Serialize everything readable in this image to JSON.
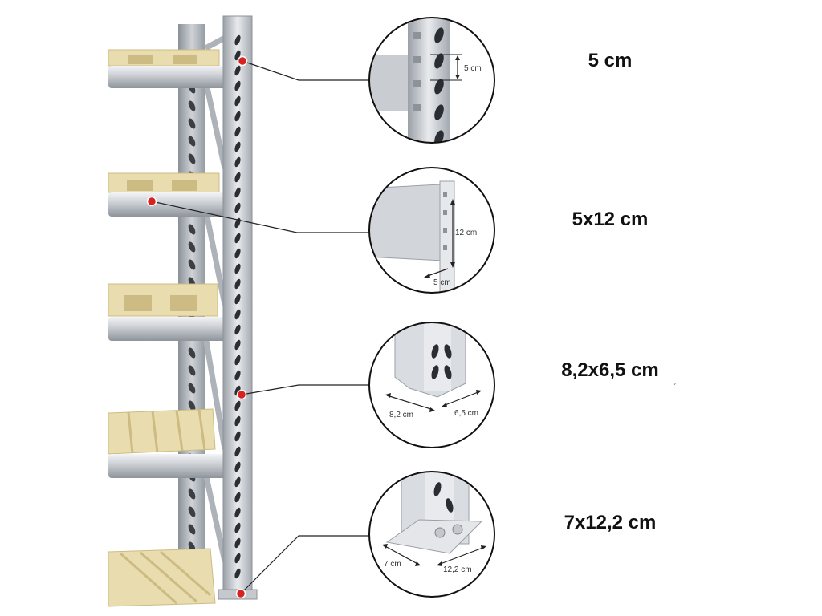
{
  "callouts": [
    {
      "label": "5 cm",
      "inset": {
        "dims": [
          "5 cm"
        ]
      }
    },
    {
      "label": "5x12 cm",
      "inset": {
        "dims": [
          "12 cm",
          "5 cm"
        ]
      }
    },
    {
      "label": "8,2x6,5 cm",
      "inset": {
        "dims": [
          "8,2 cm",
          "6,5 cm"
        ]
      }
    },
    {
      "label": "7x12,2 cm",
      "inset": {
        "dims": [
          "7 cm",
          "12,2 cm"
        ]
      }
    }
  ],
  "stray_mark": "́",
  "colors": {
    "steel_light": "#dcdfe3",
    "steel_mid": "#b9bec4",
    "steel_dark": "#8d939a",
    "pallet_wood": "#e9dcae",
    "pallet_dark": "#cdbb84",
    "marker_red": "#d6231f",
    "slot_dark": "#2a2d31"
  }
}
